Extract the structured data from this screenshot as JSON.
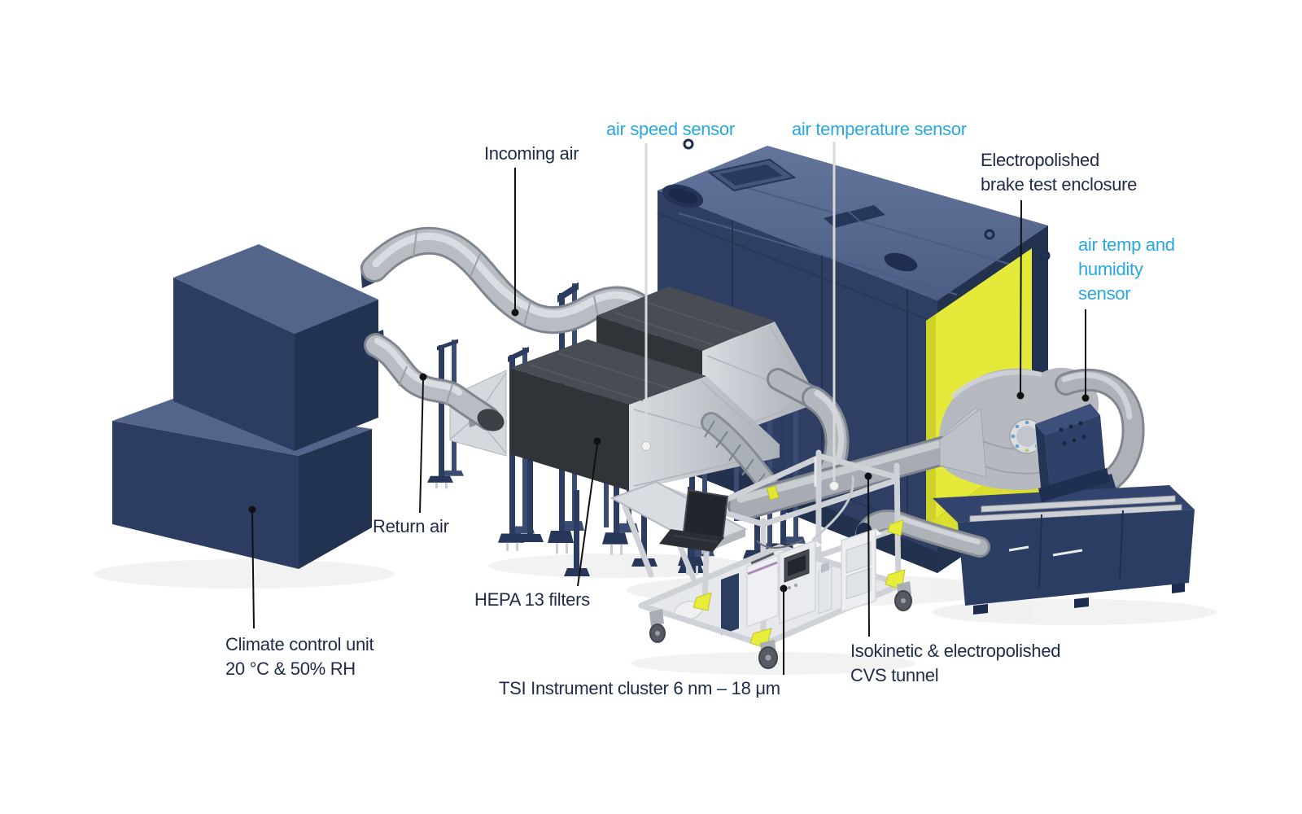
{
  "figure": {
    "type": "annotated-technical-diagram",
    "subject": "Brake particle emission test bench with climate-controlled air supply",
    "colors": {
      "background": "#ffffff",
      "label_dark": "#1f2b48",
      "label_cyan": "#28a7e0",
      "machine_navy": "#2e3f63",
      "machine_navy_top": "#5b6c93",
      "enclosure_yellow": "#e4e93a",
      "steel_gray": "#b8bcc3",
      "filter_charcoal": "#34383e"
    },
    "labels": {
      "incoming_air": {
        "text": "Incoming air"
      },
      "air_speed_sensor": {
        "text": "air speed sensor"
      },
      "air_temperature_sensor": {
        "text": "air temperature sensor"
      },
      "electropolished_enclosure": {
        "lines": [
          "Electropolished",
          "brake test enclosure"
        ]
      },
      "air_temp_humidity_sensor": {
        "lines": [
          "air temp and",
          "humidity",
          "sensor"
        ]
      },
      "return_air": {
        "text": "Return air"
      },
      "hepa_filters": {
        "text": "HEPA 13 filters"
      },
      "climate_control": {
        "lines": [
          "Climate control unit",
          "20 °C & 50% RH"
        ]
      },
      "tsi_cluster": {
        "text": "TSI Instrument cluster 6 nm – 18 μm"
      },
      "cvs_tunnel": {
        "lines": [
          "Isokinetic & electropolished",
          "CVS tunnel"
        ]
      }
    }
  }
}
